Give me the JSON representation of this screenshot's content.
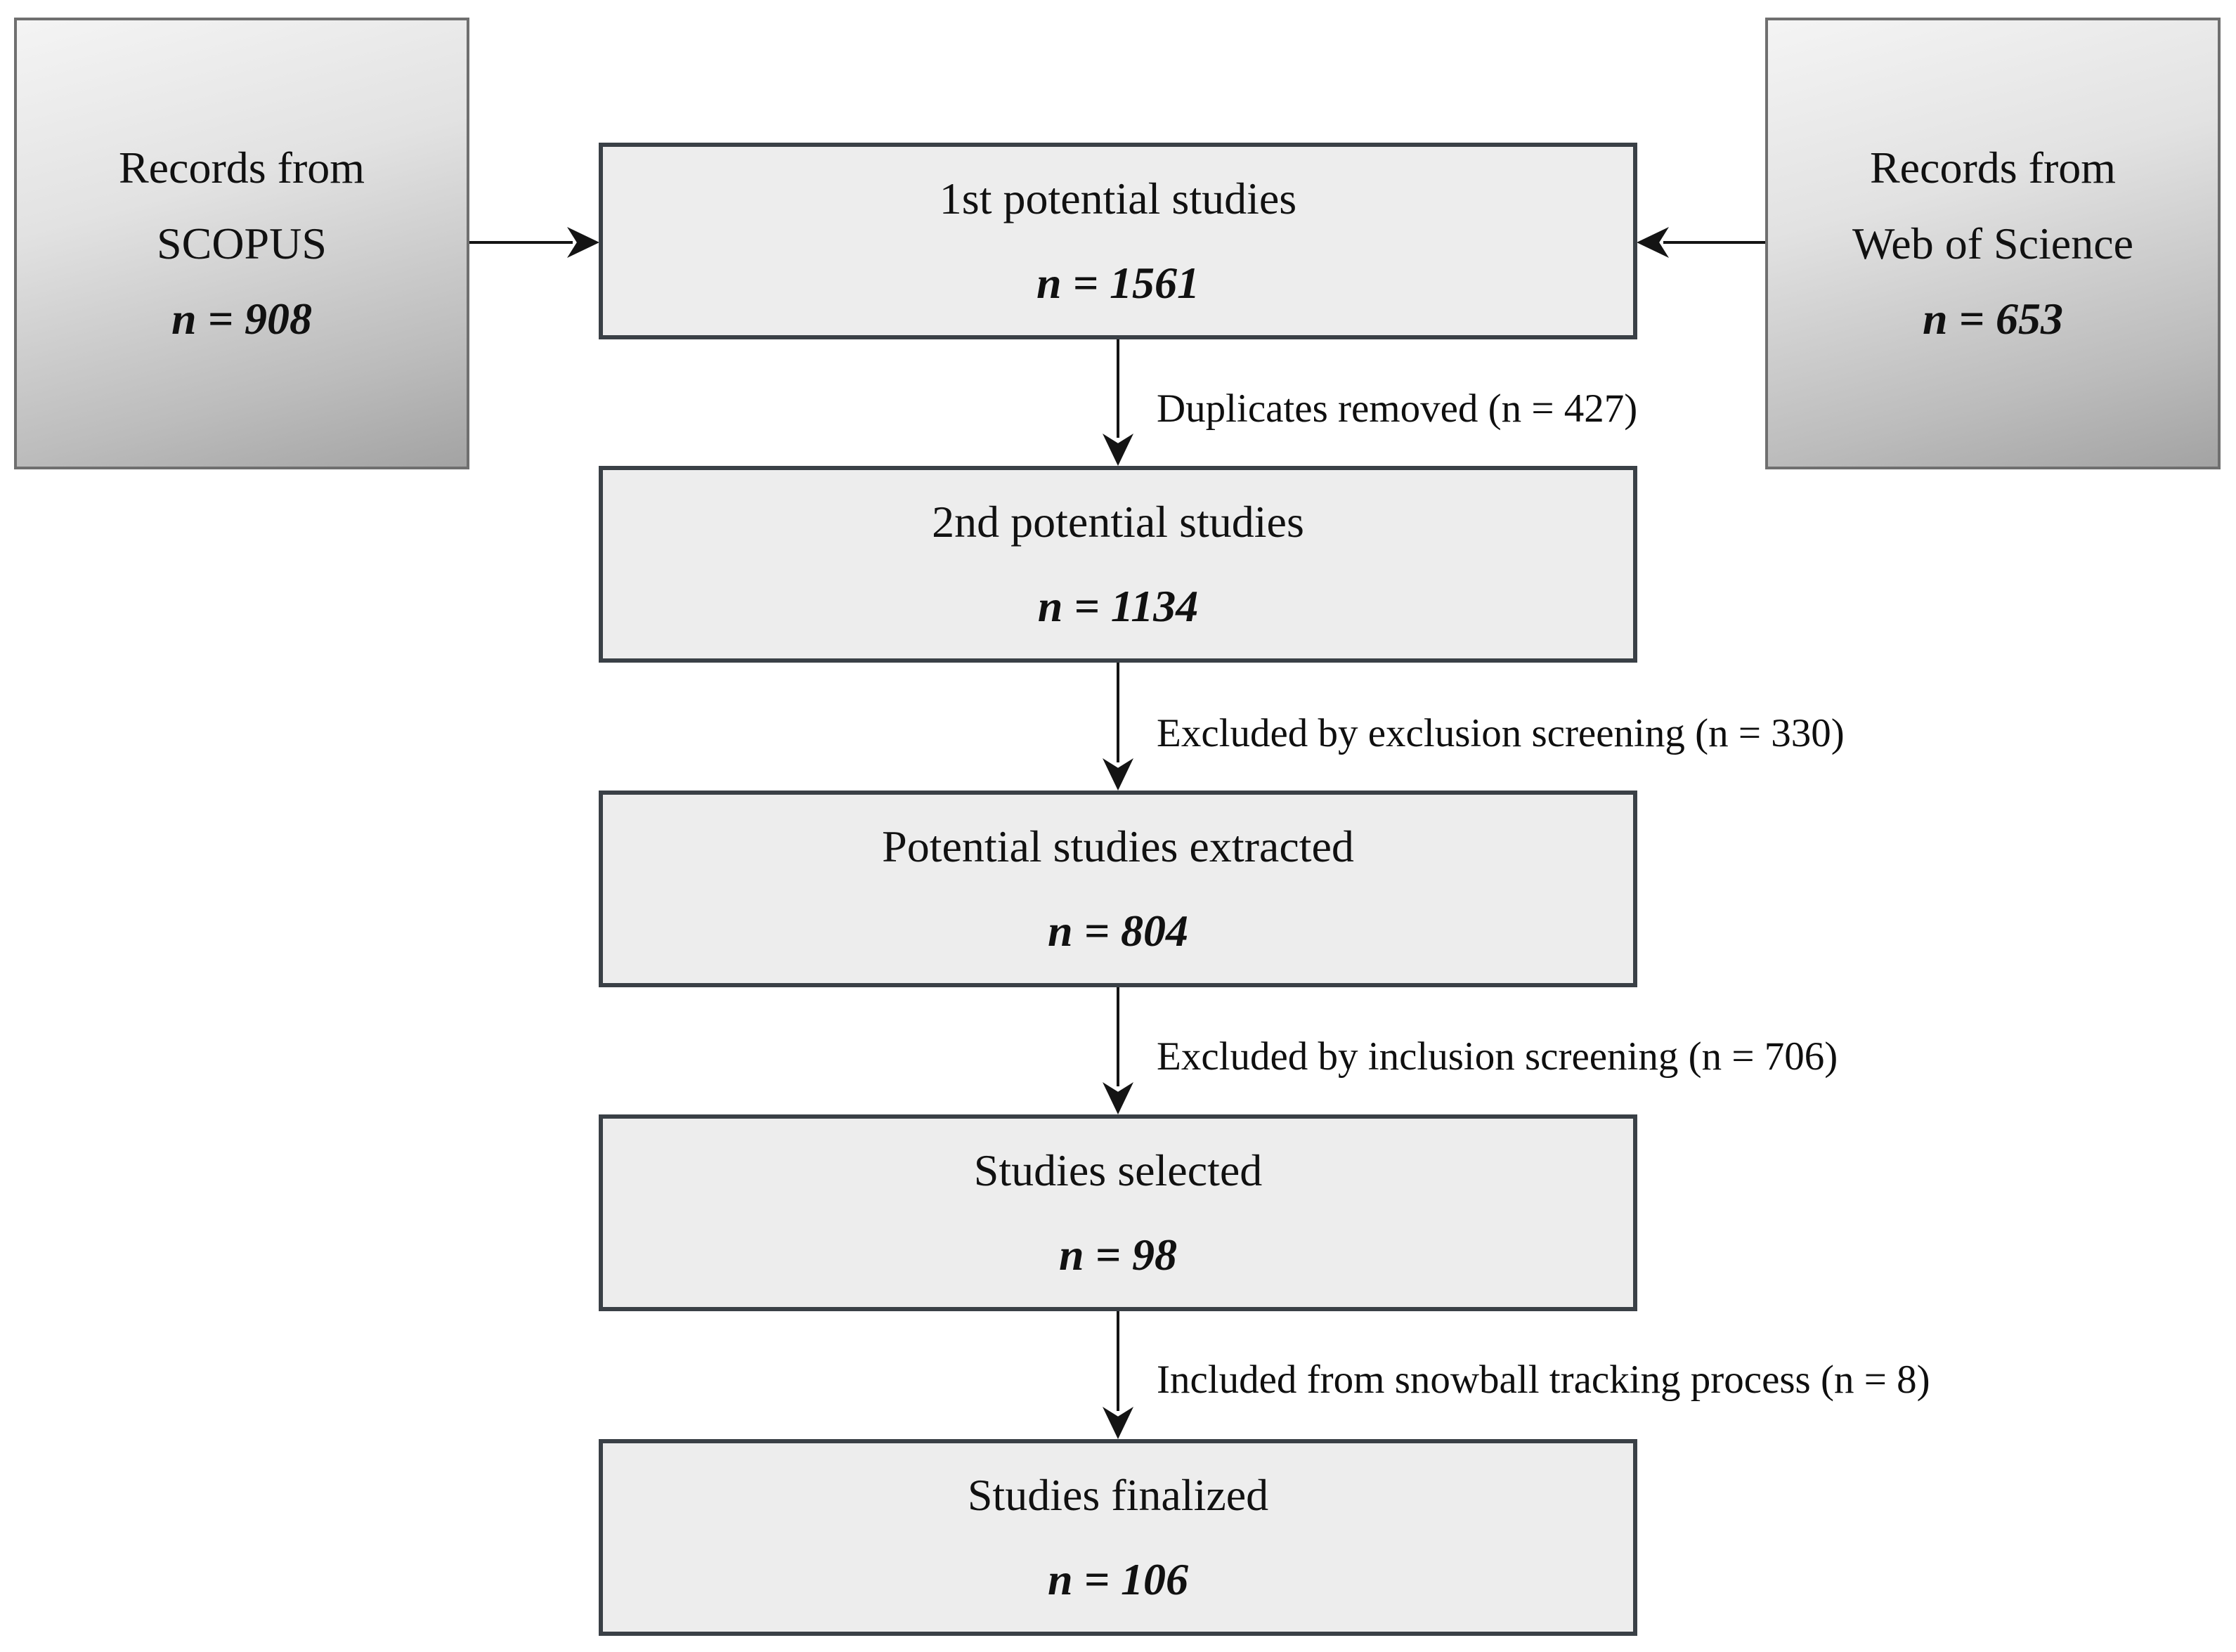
{
  "diagram": {
    "sources": [
      {
        "line1": "Records from",
        "line2": "SCOPUS",
        "n": "n = 908"
      },
      {
        "line1": "Records from",
        "line2": "Web of Science",
        "n": "n = 653"
      }
    ],
    "stages": [
      {
        "title": "1st potential studies",
        "n": "n = 1561"
      },
      {
        "title": "2nd potential studies",
        "n": "n = 1134"
      },
      {
        "title": "Potential studies extracted",
        "n": "n = 804"
      },
      {
        "title": "Studies selected",
        "n": "n = 98"
      },
      {
        "title": "Studies finalized",
        "n": "n = 106"
      }
    ],
    "transitions": [
      {
        "label": "Duplicates removed (n = 427)"
      },
      {
        "label": "Excluded by exclusion screening (n = 330)"
      },
      {
        "label": "Excluded by inclusion screening (n = 706)"
      },
      {
        "label": "Included from snowball tracking process (n = 8)"
      }
    ],
    "colors": {
      "stage_fill": "#ededed",
      "stage_border": "#3a4046",
      "source_gradient_top": "#f4f4f4",
      "source_gradient_bottom": "#a3a3a3",
      "source_border": "#6f6f6f",
      "arrow": "#141414",
      "text": "#111111",
      "background": "#ffffff"
    }
  }
}
